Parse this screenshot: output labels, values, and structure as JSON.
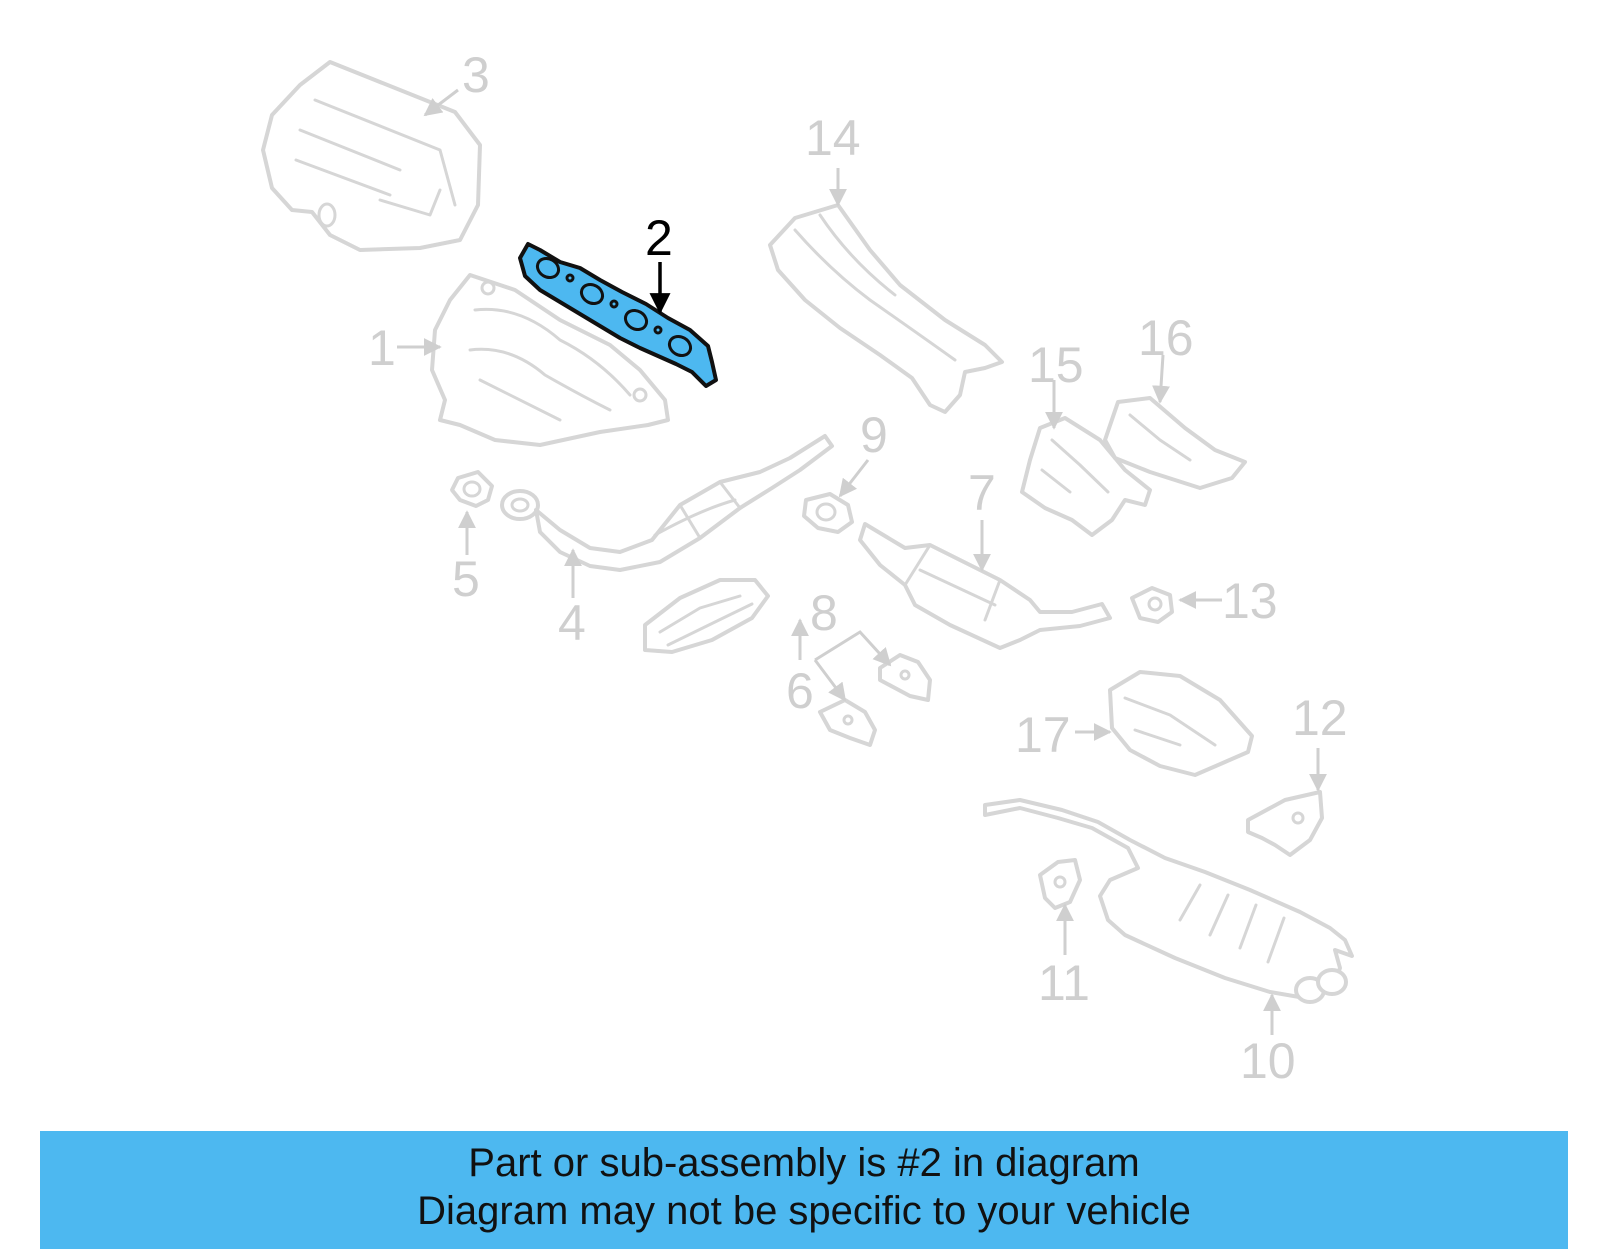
{
  "diagram": {
    "highlight_color": "#4db8f0",
    "part_stroke_color": "#d6d6d6",
    "highlighted_part": "2",
    "callouts": [
      {
        "id": "c1",
        "label": "1"
      },
      {
        "id": "c2",
        "label": "2"
      },
      {
        "id": "c3",
        "label": "3"
      },
      {
        "id": "c4",
        "label": "4"
      },
      {
        "id": "c5",
        "label": "5"
      },
      {
        "id": "c6",
        "label": "6"
      },
      {
        "id": "c7",
        "label": "7"
      },
      {
        "id": "c8",
        "label": "8"
      },
      {
        "id": "c9",
        "label": "9"
      },
      {
        "id": "c10",
        "label": "10"
      },
      {
        "id": "c11",
        "label": "11"
      },
      {
        "id": "c12",
        "label": "12"
      },
      {
        "id": "c13",
        "label": "13"
      },
      {
        "id": "c14",
        "label": "14"
      },
      {
        "id": "c15",
        "label": "15"
      },
      {
        "id": "c16",
        "label": "16"
      },
      {
        "id": "c17",
        "label": "17"
      }
    ]
  },
  "footer": {
    "line1": "Part or sub-assembly is #2 in diagram",
    "line2": "Diagram may not be specific to your vehicle"
  }
}
